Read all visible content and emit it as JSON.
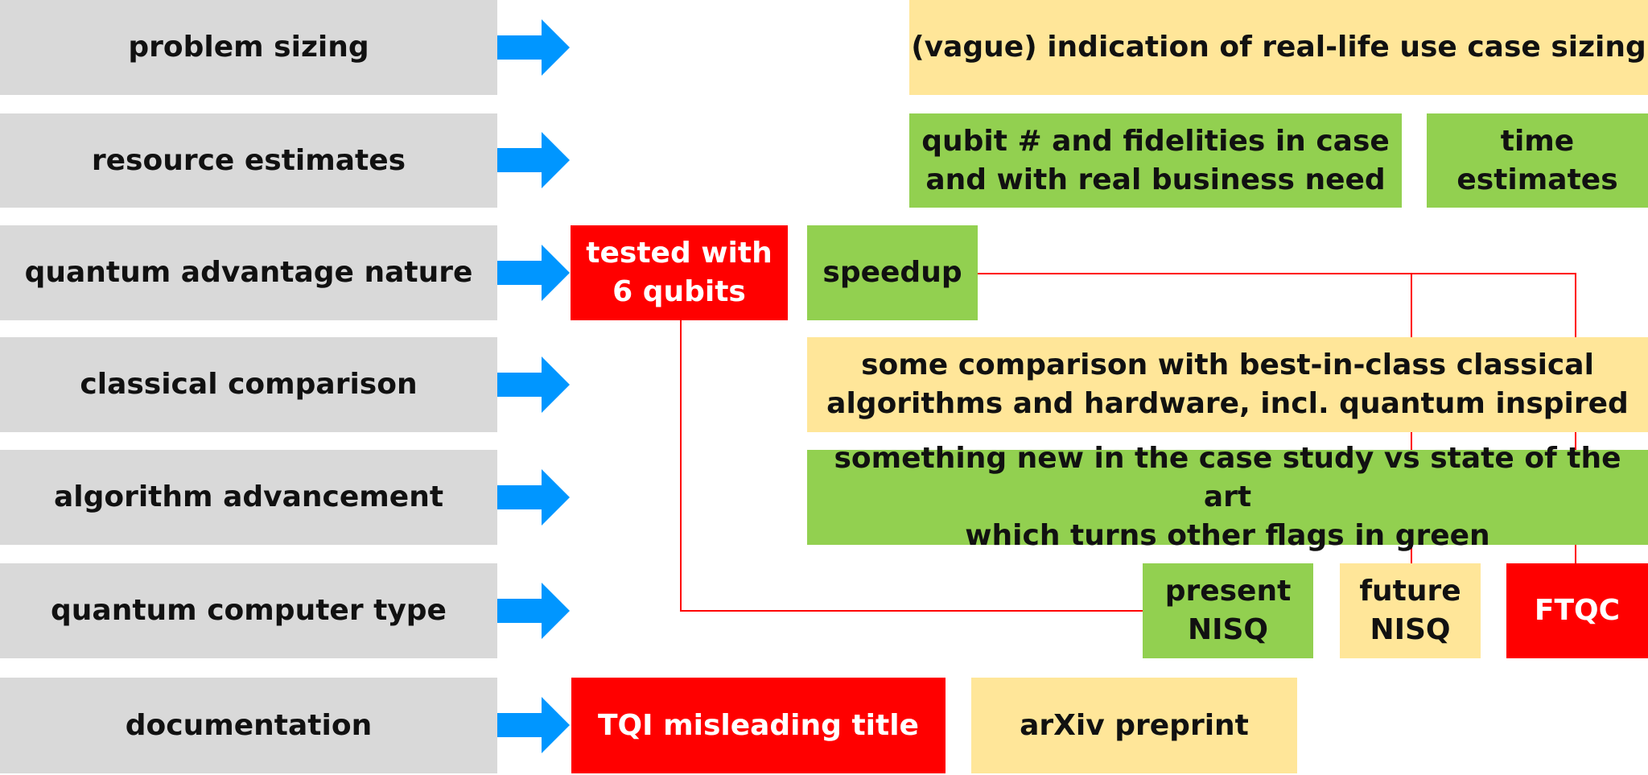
{
  "rows": [
    {
      "label": "problem sizing"
    },
    {
      "label": "resource estimates"
    },
    {
      "label": "quantum advantage nature"
    },
    {
      "label": "classical comparison"
    },
    {
      "label": "algorithm advancement"
    },
    {
      "label": "quantum computer type"
    },
    {
      "label": "documentation"
    }
  ],
  "flags": {
    "real_life_sizing": "(vague) indication of real-life use case sizing",
    "qubit_fidelities": "qubit # and fidelities in case\nand with real business need",
    "time_estimates": "time\nestimates",
    "tested_with": "tested with\n6 qubits",
    "speedup": "speedup",
    "classical_comparison": "some comparison with best-in-class classical\nalgorithms and hardware, incl. quantum inspired",
    "something_new": "something new in the case study vs state of the art\nwhich turns other flags in green",
    "present_nisq": "present\nNISQ",
    "future_nisq": "future\nNISQ",
    "ftqc": "FTQC",
    "tqi_title": "TQI misleading title",
    "arxiv": "arXiv preprint"
  },
  "colors": {
    "label_gray": "#d9d9d9",
    "arrow_blue": "#0096ff",
    "green": "#92d050",
    "yellow": "#ffe699",
    "red": "#ff0000"
  }
}
